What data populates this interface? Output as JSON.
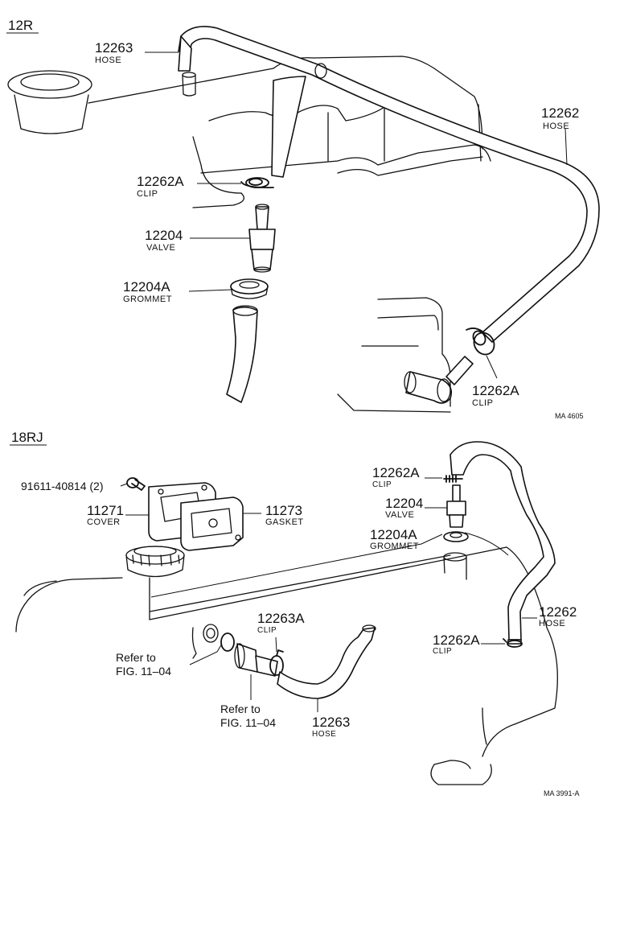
{
  "sections": {
    "top": {
      "title": "12R",
      "ref_code": "MA 4605",
      "labels": {
        "hose_12263": {
          "number": "12263",
          "name": "HOSE"
        },
        "hose_12262": {
          "number": "12262",
          "name": "HOSE"
        },
        "clip_12262a_left": {
          "number": "12262A",
          "name": "CLIP"
        },
        "valve_12204": {
          "number": "12204",
          "name": "VALVE"
        },
        "grommet_12204a": {
          "number": "12204A",
          "name": "GROMMET"
        },
        "clip_12262a_right": {
          "number": "12262A",
          "name": "CLIP"
        }
      }
    },
    "bottom": {
      "title": "18RJ",
      "ref_code": "MA 3991-A",
      "labels": {
        "bolt_91611": {
          "number": "91611-40814 (2)"
        },
        "cover_11271": {
          "number": "11271",
          "name": "COVER"
        },
        "gasket_11273": {
          "number": "11273",
          "name": "GASKET"
        },
        "clip_12262a_top": {
          "number": "12262A",
          "name": "CLIP"
        },
        "valve_12204": {
          "number": "12204",
          "name": "VALVE"
        },
        "grommet_12204a": {
          "number": "12204A",
          "name": "GROMMET"
        },
        "hose_12262": {
          "number": "12262",
          "name": "HOSE"
        },
        "clip_12262a_bottom": {
          "number": "12262A",
          "name": "CLIP"
        },
        "clip_12263a": {
          "number": "12263A",
          "name": "CLIP"
        },
        "hose_12263": {
          "number": "12263",
          "name": "HOSE"
        },
        "refer_a": {
          "line1": "Refer to",
          "line2": "FIG. 11–04"
        },
        "refer_b": {
          "line1": "Refer to",
          "line2": "FIG. 11–04"
        }
      }
    }
  }
}
